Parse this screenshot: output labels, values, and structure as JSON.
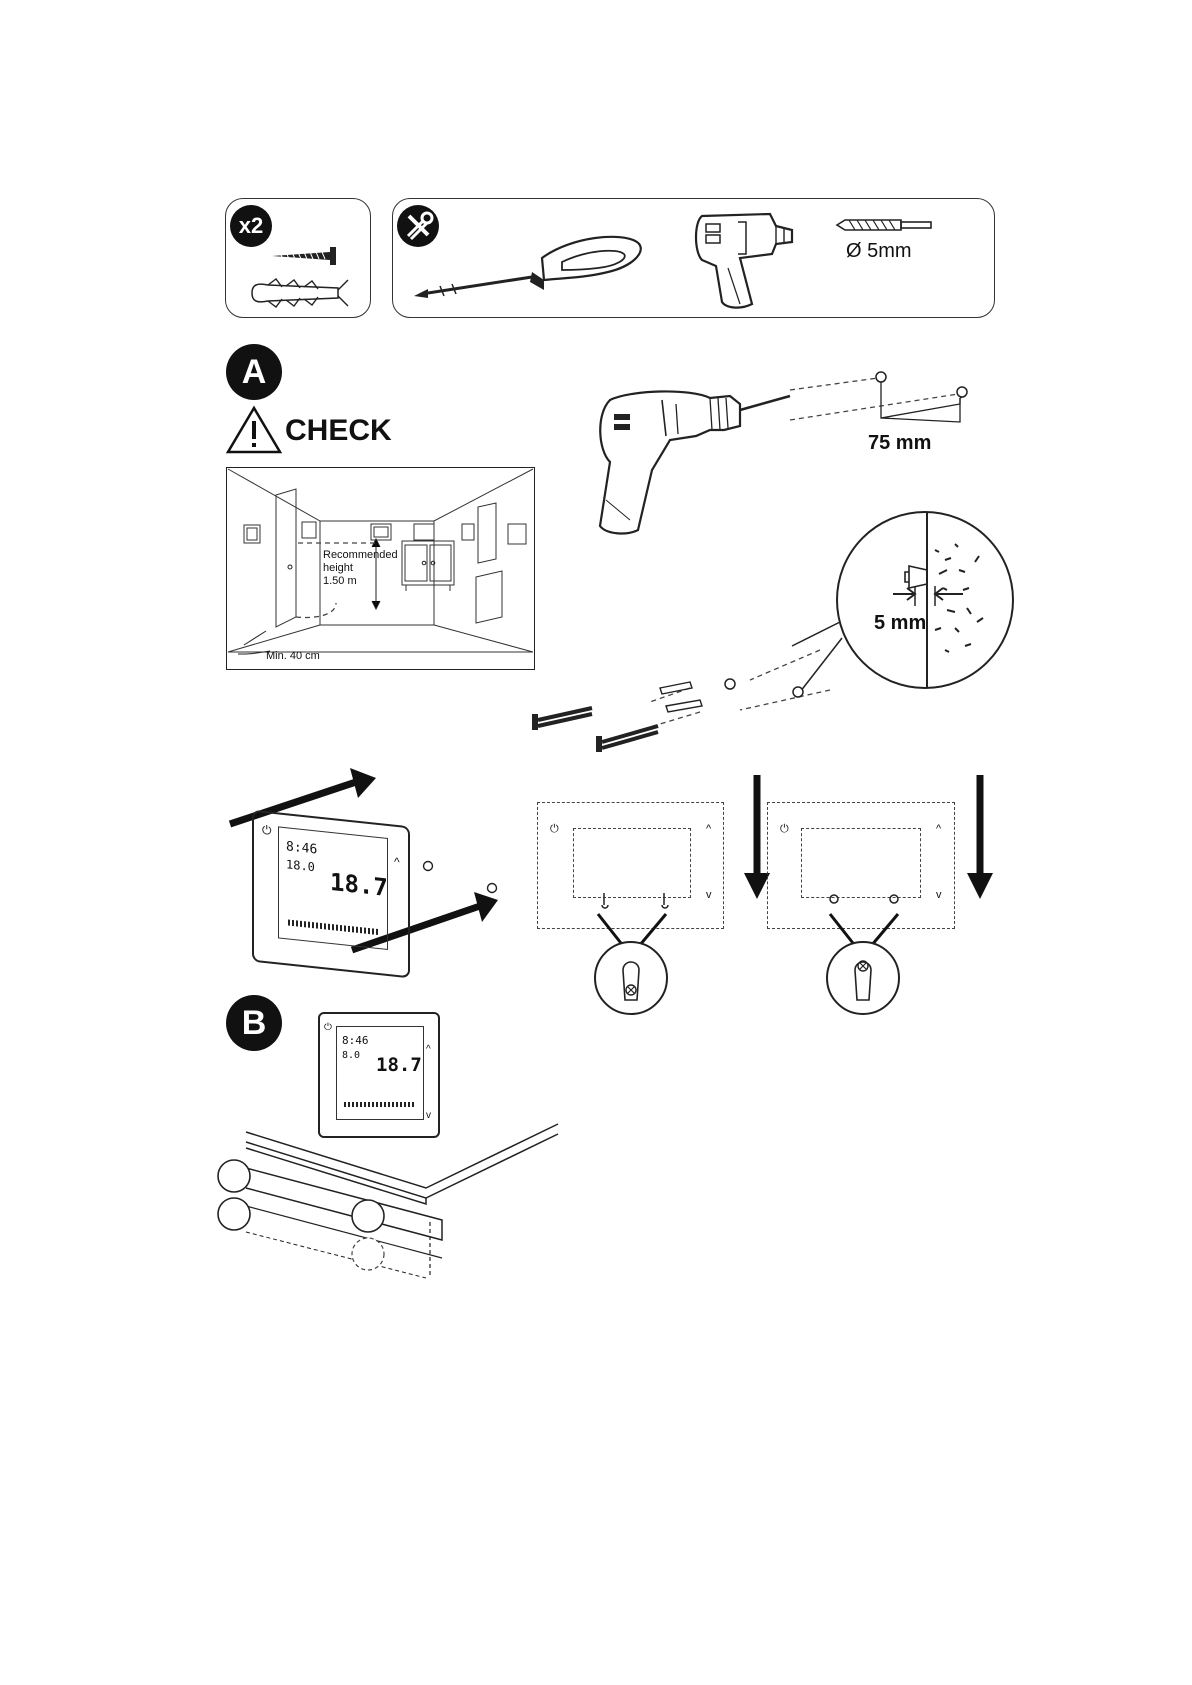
{
  "parts": {
    "quantity": "x2"
  },
  "tools": {
    "drill_bit": "Ø 5mm"
  },
  "step_a": {
    "badge": "A",
    "check": "CHECK",
    "height_note": [
      "Recommended",
      "height",
      "1.50 m"
    ],
    "min_distance": "Min. 40 cm",
    "hole_spacing": "75 mm",
    "plug_depth": "5 mm"
  },
  "thermostat": {
    "time": "8:46",
    "setpoint": "18.0",
    "temperature": "18.7"
  },
  "step_b": {
    "badge": "B",
    "setpoint": "8.0"
  },
  "icons": [
    "screw-icon",
    "wall-plug-icon",
    "tools-icon",
    "screwdriver-icon",
    "drill-icon",
    "drill-bit-icon",
    "warning-icon",
    "room-diagram",
    "thermostat-device",
    "keyhole-icon",
    "dresser-drawing"
  ]
}
